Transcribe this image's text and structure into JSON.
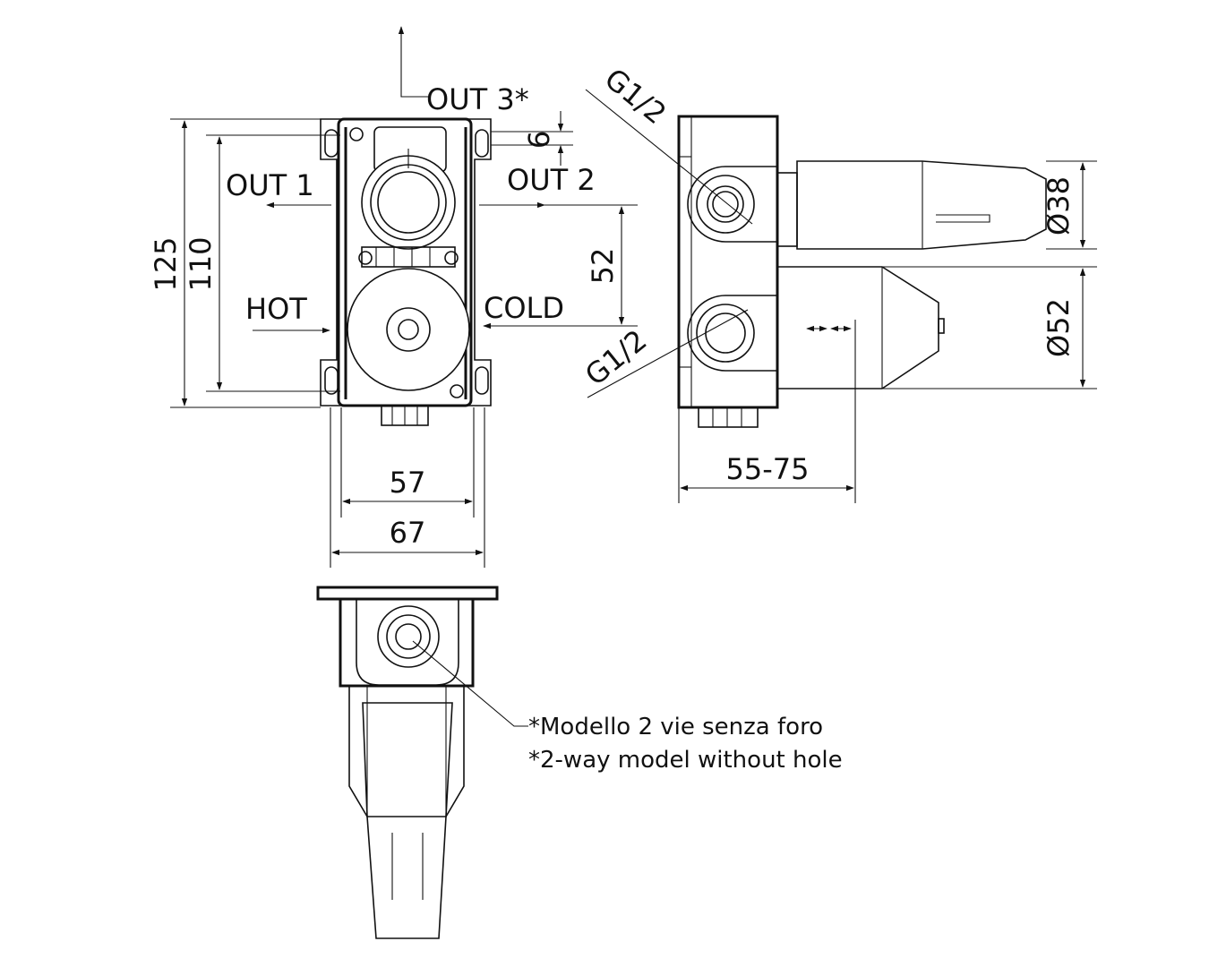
{
  "labels": {
    "out3": "OUT 3*",
    "out1": "OUT 1",
    "out2": "OUT 2",
    "hot": "HOT",
    "cold": "COLD",
    "thread_top": "G1/2",
    "thread_bottom": "G1/2"
  },
  "dimensions": {
    "height_outer": "125",
    "height_inner": "110",
    "gap_top": "6",
    "axis_distance": "52",
    "width_inner": "57",
    "width_outer": "67",
    "depth_range": "55-75",
    "diam_small": "Ø38",
    "diam_large": "Ø52"
  },
  "notes": {
    "line_it": "*Modello 2 vie senza foro",
    "line_en": "*2-way model without hole"
  }
}
